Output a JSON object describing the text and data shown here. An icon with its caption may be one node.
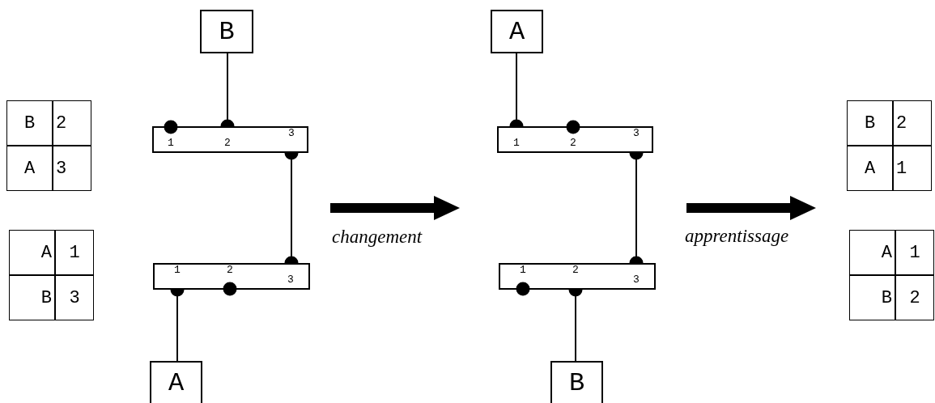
{
  "diagram": {
    "nodes": [
      {
        "text": [
          "B"
        ]
      },
      {
        "text": [
          "1",
          "2",
          "3"
        ]
      },
      {
        "text": [
          "1",
          "2",
          "3"
        ]
      },
      {
        "text": [
          "A"
        ]
      },
      {
        "text": [
          "A"
        ]
      },
      {
        "text": [
          "1",
          "2",
          "3"
        ]
      },
      {
        "text": [
          "1",
          "2",
          "3"
        ]
      },
      {
        "text": [
          "B"
        ]
      }
    ],
    "edges": [
      {
        "from": 0,
        "to": 1,
        "arrow": "other"
      },
      {
        "from": 1,
        "to": 2,
        "arrow": "other"
      },
      {
        "from": 2,
        "to": 3,
        "arrow": "other"
      },
      {
        "from": 4,
        "to": 5,
        "arrow": "other"
      },
      {
        "from": 5,
        "to": 6,
        "arrow": "other"
      },
      {
        "from": 6,
        "to": 7,
        "arrow": "other"
      }
    ],
    "labels": [
      "B",
      "2",
      "A",
      "3",
      "A",
      "1",
      "B",
      "3",
      "changement",
      "apprentissage",
      "B",
      "2",
      "A",
      "1",
      "A",
      "1",
      "B",
      "2"
    ]
  }
}
